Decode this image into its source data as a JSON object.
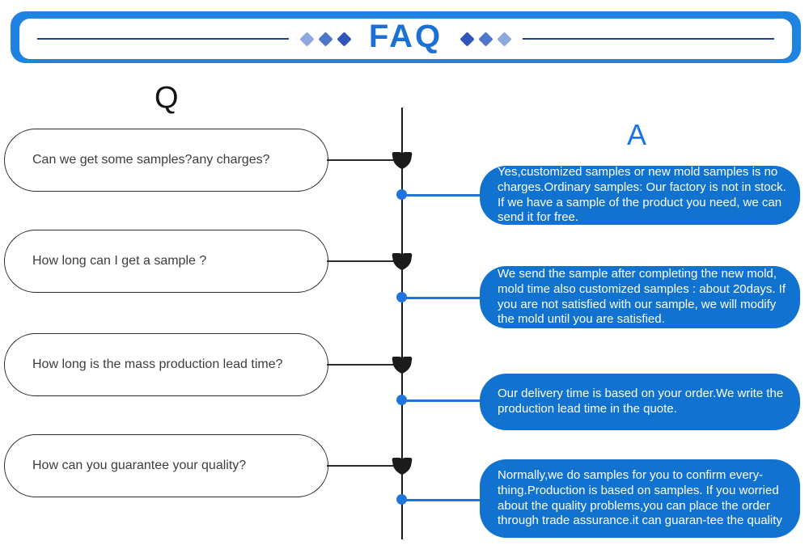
{
  "banner": {
    "title": "FAQ"
  },
  "column_labels": {
    "question": "Q",
    "answer": "A"
  },
  "faq_items": [
    {
      "q": "Can we get some samples?any charges?",
      "a": "Yes,customized samples or new mold samples is no charges.Ordinary samples: Our factory is not in stock. If we have a sample of the product you need, we can send it for free."
    },
    {
      "q": "How long can I get a sample ?",
      "a": "We send the sample after completing the new mold, mold time also customized samples : about 20days. If you are not satisfied with our sample, we will modify the mold until you are satisfied."
    },
    {
      "q": "How long is the mass production lead time?",
      "a": "Our delivery time is based on your order.We write the production lead time in the quote."
    },
    {
      "q": "How can you guarantee your quality?",
      "a": "Normally,we do samples for you to confirm every-thing.Production is based on samples. If you worried about the quality problems,you can place the order through trade assurance.it can guaran-tee the quality"
    }
  ],
  "icons": {
    "timeline_marker": "shield-icon",
    "connector_point": "dot-icon",
    "banner_decoration": "diamond-icon"
  },
  "colors": {
    "banner_blue": "#1e83e1",
    "banner_rule_navy": "#1d3f9e",
    "faq_title_blue": "#1b70d5",
    "diamond_light": "#8ea9dd",
    "diamond_mid": "#4e76ca",
    "diamond_dark": "#2f55b8",
    "answer_bubble_blue": "#1173cf",
    "connector_blue": "#1f75dd",
    "answer_label_blue": "#1a73e8",
    "timeline_black": "#1b1b1b"
  }
}
